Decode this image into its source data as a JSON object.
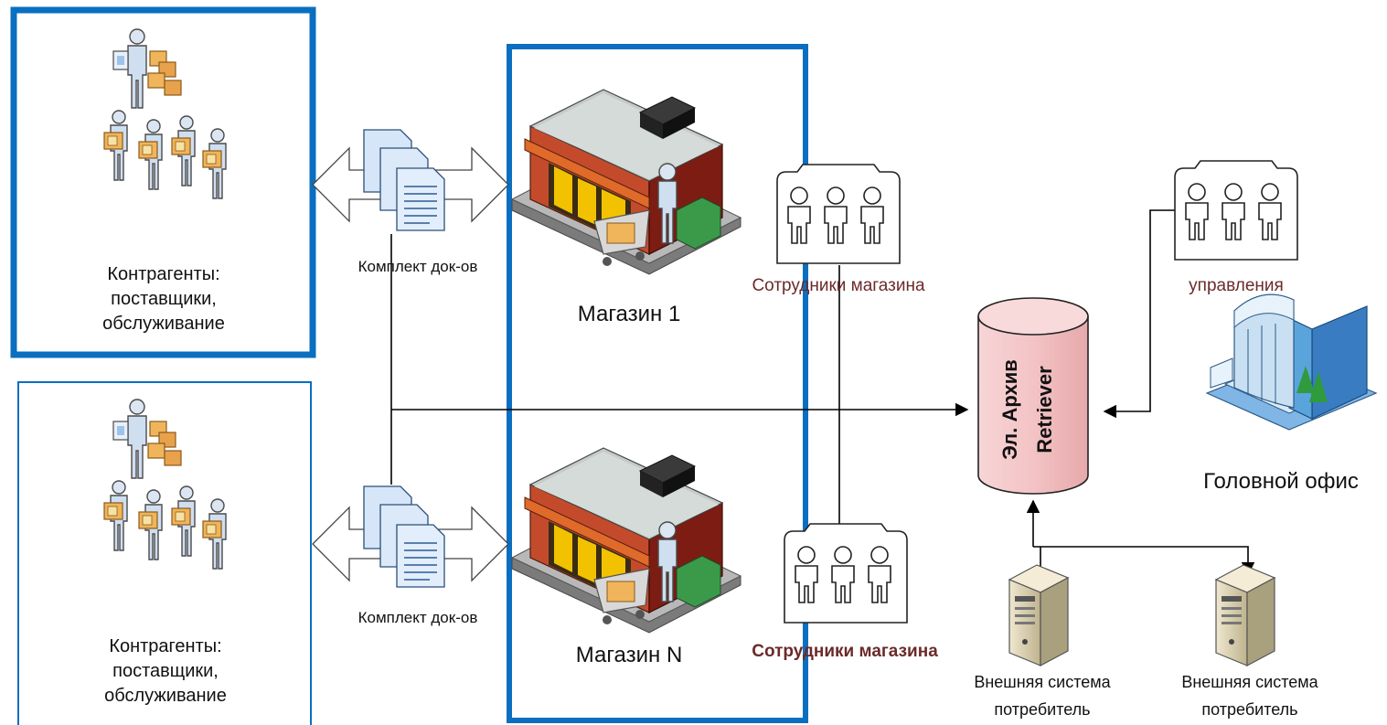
{
  "contractors": [
    {
      "line1": "Контрагенты:",
      "line2": "поставщики,",
      "line3": "обслуживание"
    },
    {
      "line1": "Контрагенты:",
      "line2": "поставщики,",
      "line3": "обслуживание"
    }
  ],
  "doc_sets": [
    {
      "label": "Комплект док-ов"
    },
    {
      "label": "Комплект док-ов"
    }
  ],
  "stores": [
    {
      "label": "Магазин 1"
    },
    {
      "label": "Магазин N"
    }
  ],
  "staff": [
    {
      "label": "Сотрудники магазина"
    },
    {
      "label": "Сотрудники магазина"
    },
    {
      "label": "управления"
    }
  ],
  "archive": {
    "line1": "Эл. Архив",
    "line2": "Retriever"
  },
  "office": {
    "label": "Головной офис"
  },
  "external_systems": [
    {
      "line1": "Внешняя система",
      "line2": "потребитель"
    },
    {
      "line1": "Внешняя система",
      "line2": "потребитель"
    }
  ],
  "colors": {
    "frame_blue": "#0a6fc0",
    "archive_fill": "#f4c7c9",
    "staff_text": "#6b2a2a",
    "building_blue": "#5aa4dc"
  },
  "icons": [
    "supplier-people-icon",
    "documents-icon",
    "double-arrow-icon",
    "store-icon",
    "staff-group-icon",
    "database-icon",
    "office-building-icon",
    "server-icon"
  ]
}
